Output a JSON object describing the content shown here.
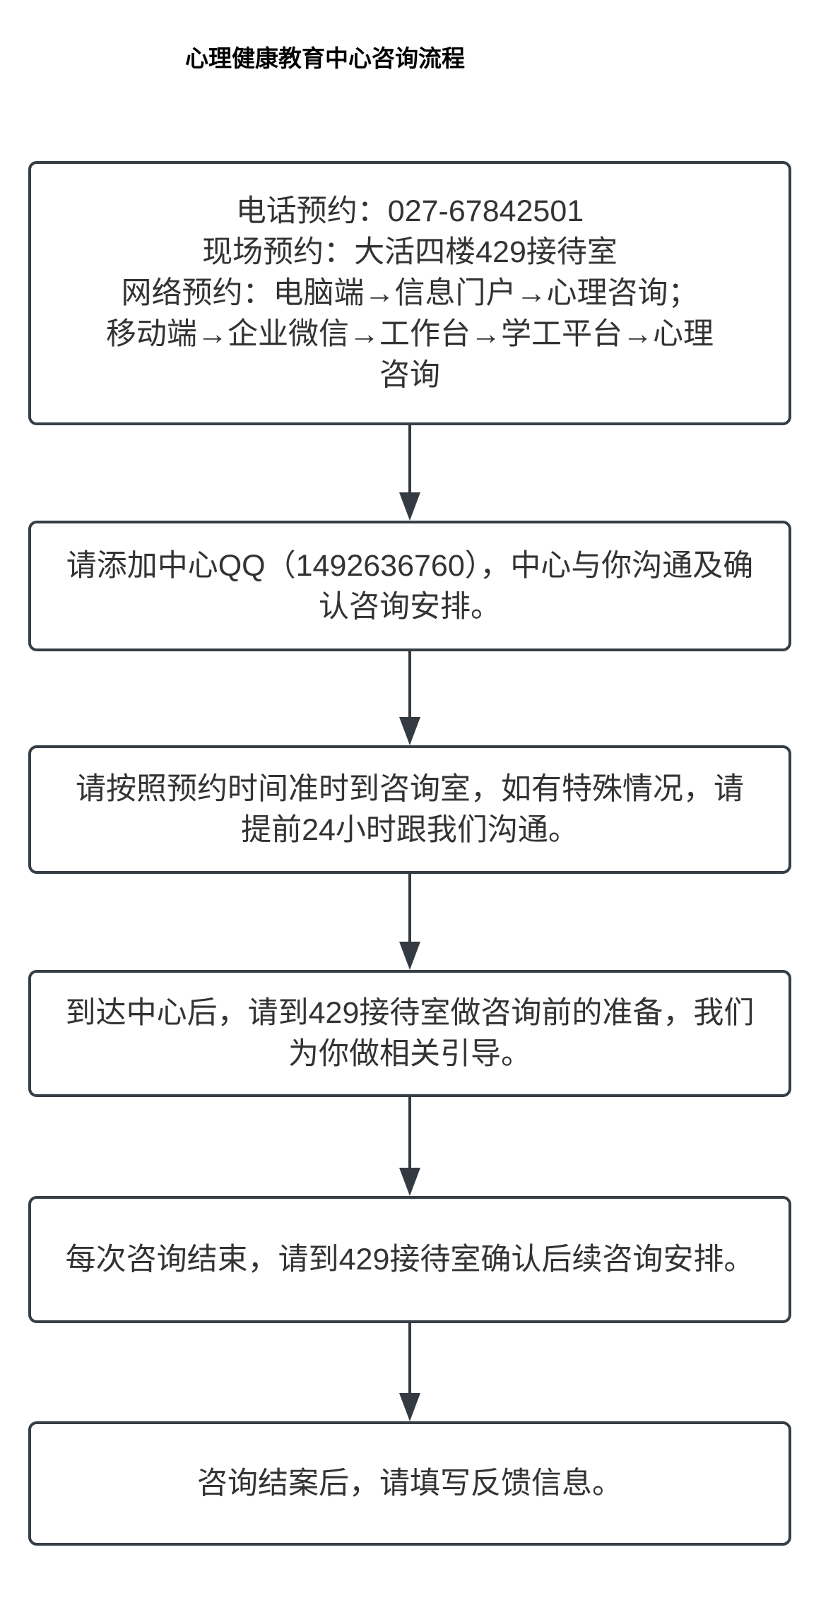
{
  "title": "心理健康教育中心咨询流程",
  "colors": {
    "page-bg": "#ffffff",
    "node-border": "#363e46",
    "node-bg": "#ffffff",
    "node-text": "#333333",
    "arrow": "#333a41",
    "title-text": "#000000"
  },
  "flowchart": {
    "type": "vertical-flow",
    "direction": "top-down",
    "nodes": [
      {
        "id": "step-1",
        "lines": [
          "电话预约：027-67842501",
          "现场预约：大活四楼429接待室",
          "网络预约：电脑端→信息门户→心理咨询；",
          "移动端→企业微信→工作台→学工平台→心理咨询"
        ]
      },
      {
        "id": "step-2",
        "text": "请添加中心QQ（1492636760），中心与你沟通及确认咨询安排。"
      },
      {
        "id": "step-3",
        "text": "请按照预约时间准时到咨询室，如有特殊情况，请提前24小时跟我们沟通。"
      },
      {
        "id": "step-4",
        "text": "到达中心后，请到429接待室做咨询前的准备，我们为你做相关引导。"
      },
      {
        "id": "step-5",
        "text": "每次咨询结束，请到429接待室确认后续咨询安排。"
      },
      {
        "id": "step-6",
        "text": "咨询结案后，请填写反馈信息。"
      }
    ],
    "connectors": [
      {
        "from": "step-1",
        "to": "step-2",
        "style": "arrow-down"
      },
      {
        "from": "step-2",
        "to": "step-3",
        "style": "arrow-down"
      },
      {
        "from": "step-3",
        "to": "step-4",
        "style": "arrow-down"
      },
      {
        "from": "step-4",
        "to": "step-5",
        "style": "arrow-down"
      },
      {
        "from": "step-5",
        "to": "step-6",
        "style": "arrow-down"
      }
    ]
  }
}
